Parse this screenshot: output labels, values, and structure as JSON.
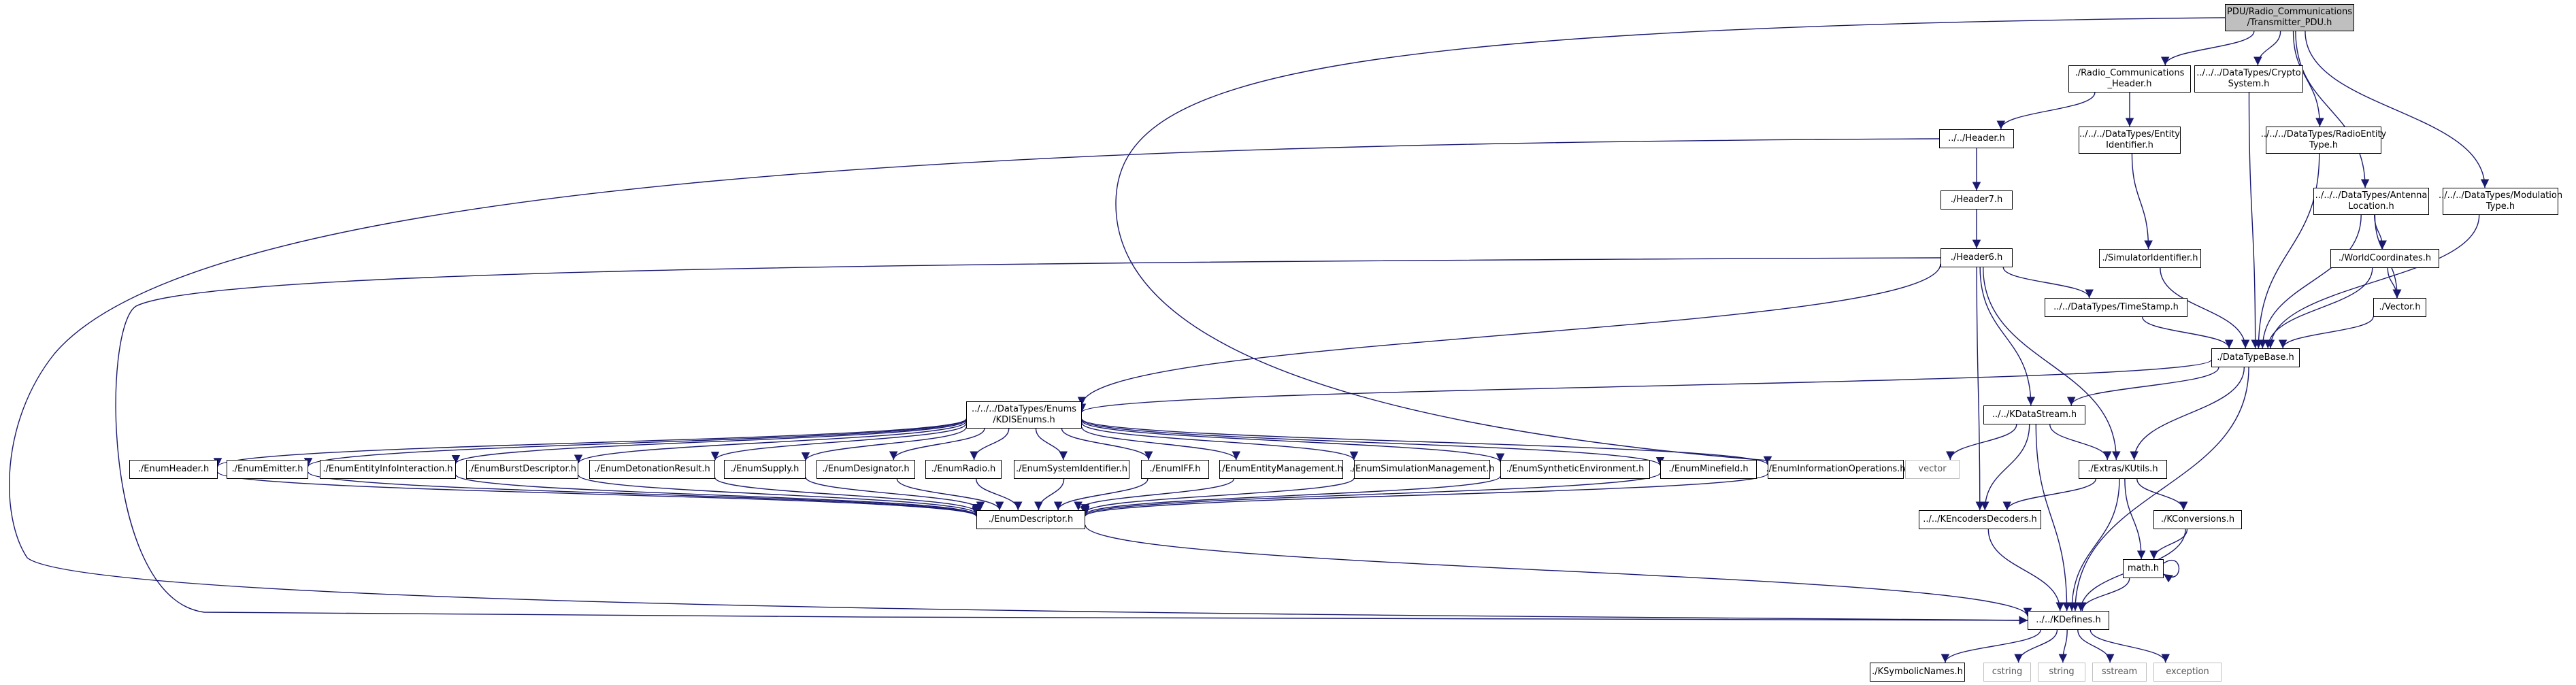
{
  "nodes": [
    {
      "id": "root",
      "lines": [
        "PDU/Radio_Communications",
        "/Transmitter_PDU.h"
      ],
      "kind": "root"
    },
    {
      "id": "rch",
      "lines": [
        "./Radio_Communications",
        "_Header.h"
      ],
      "kind": "file"
    },
    {
      "id": "crypto",
      "lines": [
        "../../../DataTypes/Crypto",
        "System.h"
      ],
      "kind": "file"
    },
    {
      "id": "radioent",
      "lines": [
        "../../../DataTypes/RadioEntity",
        "Type.h"
      ],
      "kind": "file"
    },
    {
      "id": "antenna",
      "lines": [
        "../../../DataTypes/Antenna",
        "Location.h"
      ],
      "kind": "file"
    },
    {
      "id": "modulation",
      "lines": [
        "../../../DataTypes/Modulation",
        "Type.h"
      ],
      "kind": "file"
    },
    {
      "id": "header",
      "lines": [
        "../../Header.h"
      ],
      "kind": "file"
    },
    {
      "id": "entityid",
      "lines": [
        "../../../DataTypes/Entity",
        "Identifier.h"
      ],
      "kind": "file"
    },
    {
      "id": "worldcoord",
      "lines": [
        "./WorldCoordinates.h"
      ],
      "kind": "file"
    },
    {
      "id": "header7",
      "lines": [
        "./Header7.h"
      ],
      "kind": "file"
    },
    {
      "id": "vector_h",
      "lines": [
        "./Vector.h"
      ],
      "kind": "file"
    },
    {
      "id": "simid",
      "lines": [
        "./SimulatorIdentifier.h"
      ],
      "kind": "file"
    },
    {
      "id": "header6",
      "lines": [
        "./Header6.h"
      ],
      "kind": "file"
    },
    {
      "id": "timestamp",
      "lines": [
        "../../DataTypes/TimeStamp.h"
      ],
      "kind": "file"
    },
    {
      "id": "datatypebase",
      "lines": [
        "./DataTypeBase.h"
      ],
      "kind": "file"
    },
    {
      "id": "kdisenums",
      "lines": [
        "../../../DataTypes/Enums",
        "/KDISEnums.h"
      ],
      "kind": "file"
    },
    {
      "id": "kdatastream",
      "lines": [
        "../../KDataStream.h"
      ],
      "kind": "file"
    },
    {
      "id": "vector_sys",
      "lines": [
        "vector"
      ],
      "kind": "sys"
    },
    {
      "id": "enumheader",
      "lines": [
        "./EnumHeader.h"
      ],
      "kind": "file"
    },
    {
      "id": "enumemitter",
      "lines": [
        "./EnumEmitter.h"
      ],
      "kind": "file"
    },
    {
      "id": "enumentityinfo",
      "lines": [
        "./EnumEntityInfoInteraction.h"
      ],
      "kind": "file"
    },
    {
      "id": "enumburst",
      "lines": [
        "./EnumBurstDescriptor.h"
      ],
      "kind": "file"
    },
    {
      "id": "enumdetonation",
      "lines": [
        "./EnumDetonationResult.h"
      ],
      "kind": "file"
    },
    {
      "id": "enumsupply",
      "lines": [
        "./EnumSupply.h"
      ],
      "kind": "file"
    },
    {
      "id": "enumdesignator",
      "lines": [
        "./EnumDesignator.h"
      ],
      "kind": "file"
    },
    {
      "id": "enumradio",
      "lines": [
        "./EnumRadio.h"
      ],
      "kind": "file"
    },
    {
      "id": "enumsysid",
      "lines": [
        "./EnumSystemIdentifier.h"
      ],
      "kind": "file"
    },
    {
      "id": "enumiff",
      "lines": [
        "./EnumIFF.h"
      ],
      "kind": "file"
    },
    {
      "id": "enumentitymgmt",
      "lines": [
        "./EnumEntityManagement.h"
      ],
      "kind": "file"
    },
    {
      "id": "enumsimmgmt",
      "lines": [
        "./EnumSimulationManagement.h"
      ],
      "kind": "file"
    },
    {
      "id": "enumsynth",
      "lines": [
        "./EnumSyntheticEnvironment.h"
      ],
      "kind": "file"
    },
    {
      "id": "enumminefield",
      "lines": [
        "./EnumMinefield.h"
      ],
      "kind": "file"
    },
    {
      "id": "enuminfoops",
      "lines": [
        "./EnumInformationOperations.h"
      ],
      "kind": "file"
    },
    {
      "id": "kutils",
      "lines": [
        "./Extras/KUtils.h"
      ],
      "kind": "file"
    },
    {
      "id": "kconversions",
      "lines": [
        "./KConversions.h"
      ],
      "kind": "file"
    },
    {
      "id": "kencoders",
      "lines": [
        "../../KEncodersDecoders.h"
      ],
      "kind": "file"
    },
    {
      "id": "enumdescriptor",
      "lines": [
        "./EnumDescriptor.h"
      ],
      "kind": "file"
    },
    {
      "id": "math",
      "lines": [
        "math.h"
      ],
      "kind": "file"
    },
    {
      "id": "kdefines",
      "lines": [
        "../../KDefines.h"
      ],
      "kind": "file"
    },
    {
      "id": "ksymbolic",
      "lines": [
        "./KSymbolicNames.h"
      ],
      "kind": "file"
    },
    {
      "id": "cstring",
      "lines": [
        "cstring"
      ],
      "kind": "sys"
    },
    {
      "id": "string",
      "lines": [
        "string"
      ],
      "kind": "sys"
    },
    {
      "id": "sstream",
      "lines": [
        "sstream"
      ],
      "kind": "sys"
    },
    {
      "id": "exception",
      "lines": [
        "exception"
      ],
      "kind": "sys"
    }
  ],
  "edges": [
    [
      "root",
      "rch"
    ],
    [
      "root",
      "crypto"
    ],
    [
      "root",
      "radioent"
    ],
    [
      "root",
      "antenna"
    ],
    [
      "root",
      "modulation"
    ],
    [
      "root",
      "vector_sys"
    ],
    [
      "rch",
      "header"
    ],
    [
      "rch",
      "entityid"
    ],
    [
      "header",
      "header7"
    ],
    [
      "header",
      "kdefines"
    ],
    [
      "header7",
      "header6"
    ],
    [
      "header6",
      "kdisenums"
    ],
    [
      "header6",
      "timestamp"
    ],
    [
      "header6",
      "kdatastream"
    ],
    [
      "header6",
      "kencoders"
    ],
    [
      "header6",
      "kutils"
    ],
    [
      "header6",
      "kdefines"
    ],
    [
      "entityid",
      "simid"
    ],
    [
      "simid",
      "datatypebase"
    ],
    [
      "crypto",
      "datatypebase"
    ],
    [
      "radioent",
      "datatypebase"
    ],
    [
      "modulation",
      "datatypebase"
    ],
    [
      "antenna",
      "worldcoord"
    ],
    [
      "antenna",
      "vector_h"
    ],
    [
      "antenna",
      "datatypebase"
    ],
    [
      "worldcoord",
      "vector_h"
    ],
    [
      "worldcoord",
      "datatypebase"
    ],
    [
      "vector_h",
      "datatypebase"
    ],
    [
      "timestamp",
      "datatypebase"
    ],
    [
      "datatypebase",
      "kdisenums"
    ],
    [
      "datatypebase",
      "kdatastream"
    ],
    [
      "datatypebase",
      "kutils"
    ],
    [
      "datatypebase",
      "kdefines"
    ],
    [
      "kdatastream",
      "vector_sys"
    ],
    [
      "kdatastream",
      "kutils"
    ],
    [
      "kdatastream",
      "kencoders"
    ],
    [
      "kdatastream",
      "kdefines"
    ],
    [
      "kutils",
      "kencoders"
    ],
    [
      "kutils",
      "kconversions"
    ],
    [
      "kutils",
      "math"
    ],
    [
      "kutils",
      "kdefines"
    ],
    [
      "kconversions",
      "math"
    ],
    [
      "kconversions",
      "kdefines"
    ],
    [
      "math",
      "math"
    ],
    [
      "math",
      "kdefines"
    ],
    [
      "kencoders",
      "kdefines"
    ],
    [
      "kdisenums",
      "enumheader"
    ],
    [
      "kdisenums",
      "enumemitter"
    ],
    [
      "kdisenums",
      "enumentityinfo"
    ],
    [
      "kdisenums",
      "enumburst"
    ],
    [
      "kdisenums",
      "enumdetonation"
    ],
    [
      "kdisenums",
      "enumsupply"
    ],
    [
      "kdisenums",
      "enumdesignator"
    ],
    [
      "kdisenums",
      "enumradio"
    ],
    [
      "kdisenums",
      "enumsysid"
    ],
    [
      "kdisenums",
      "enumiff"
    ],
    [
      "kdisenums",
      "enumentitymgmt"
    ],
    [
      "kdisenums",
      "enumsimmgmt"
    ],
    [
      "kdisenums",
      "enumsynth"
    ],
    [
      "kdisenums",
      "enumminefield"
    ],
    [
      "kdisenums",
      "enuminfoops"
    ],
    [
      "enumheader",
      "enumdescriptor"
    ],
    [
      "enumemitter",
      "enumdescriptor"
    ],
    [
      "enumentityinfo",
      "enumdescriptor"
    ],
    [
      "enumburst",
      "enumdescriptor"
    ],
    [
      "enumdetonation",
      "enumdescriptor"
    ],
    [
      "enumsupply",
      "enumdescriptor"
    ],
    [
      "enumdesignator",
      "enumdescriptor"
    ],
    [
      "enumradio",
      "enumdescriptor"
    ],
    [
      "enumsysid",
      "enumdescriptor"
    ],
    [
      "enumiff",
      "enumdescriptor"
    ],
    [
      "enumentitymgmt",
      "enumdescriptor"
    ],
    [
      "enumsimmgmt",
      "enumdescriptor"
    ],
    [
      "enumsynth",
      "enumdescriptor"
    ],
    [
      "enumminefield",
      "enumdescriptor"
    ],
    [
      "enuminfoops",
      "enumdescriptor"
    ],
    [
      "enumdescriptor",
      "kdefines"
    ],
    [
      "kdefines",
      "ksymbolic"
    ],
    [
      "kdefines",
      "cstring"
    ],
    [
      "kdefines",
      "string"
    ],
    [
      "kdefines",
      "sstream"
    ],
    [
      "kdefines",
      "exception"
    ]
  ],
  "colors": {
    "edge": "#191970",
    "root_fill": "#bfbfbf",
    "node_border": "#000000",
    "sys_border": "#bfbfbf",
    "background": "#ffffff"
  }
}
